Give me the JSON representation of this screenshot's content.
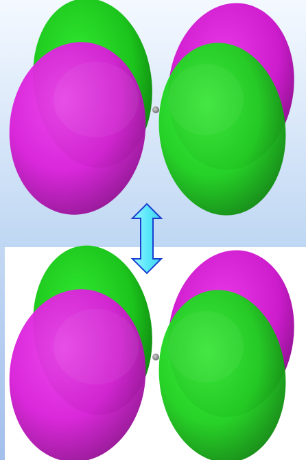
{
  "figure": {
    "panels": [
      {
        "id": "top",
        "background": "light-blue-gradient",
        "lobes": {
          "back_left": "green",
          "back_right": "magenta",
          "front_left": "magenta",
          "front_right": "green"
        }
      },
      {
        "id": "bottom",
        "background": "white",
        "lobes": {
          "back_left": "green",
          "back_right": "magenta",
          "front_left": "magenta",
          "front_right": "green"
        }
      }
    ],
    "connector": {
      "icon": "double-headed-vertical-arrow",
      "fill": "#66eeff",
      "stroke": "#1a3fd0"
    },
    "colors": {
      "magenta": "#e020e0",
      "green": "#22dd22",
      "nucleus": "#909090",
      "top_background_light": "#f4f9ff",
      "top_background_dark": "#bcd6f4",
      "bottom_background": "#ffffff",
      "side_band": "#a7c2ee"
    }
  }
}
